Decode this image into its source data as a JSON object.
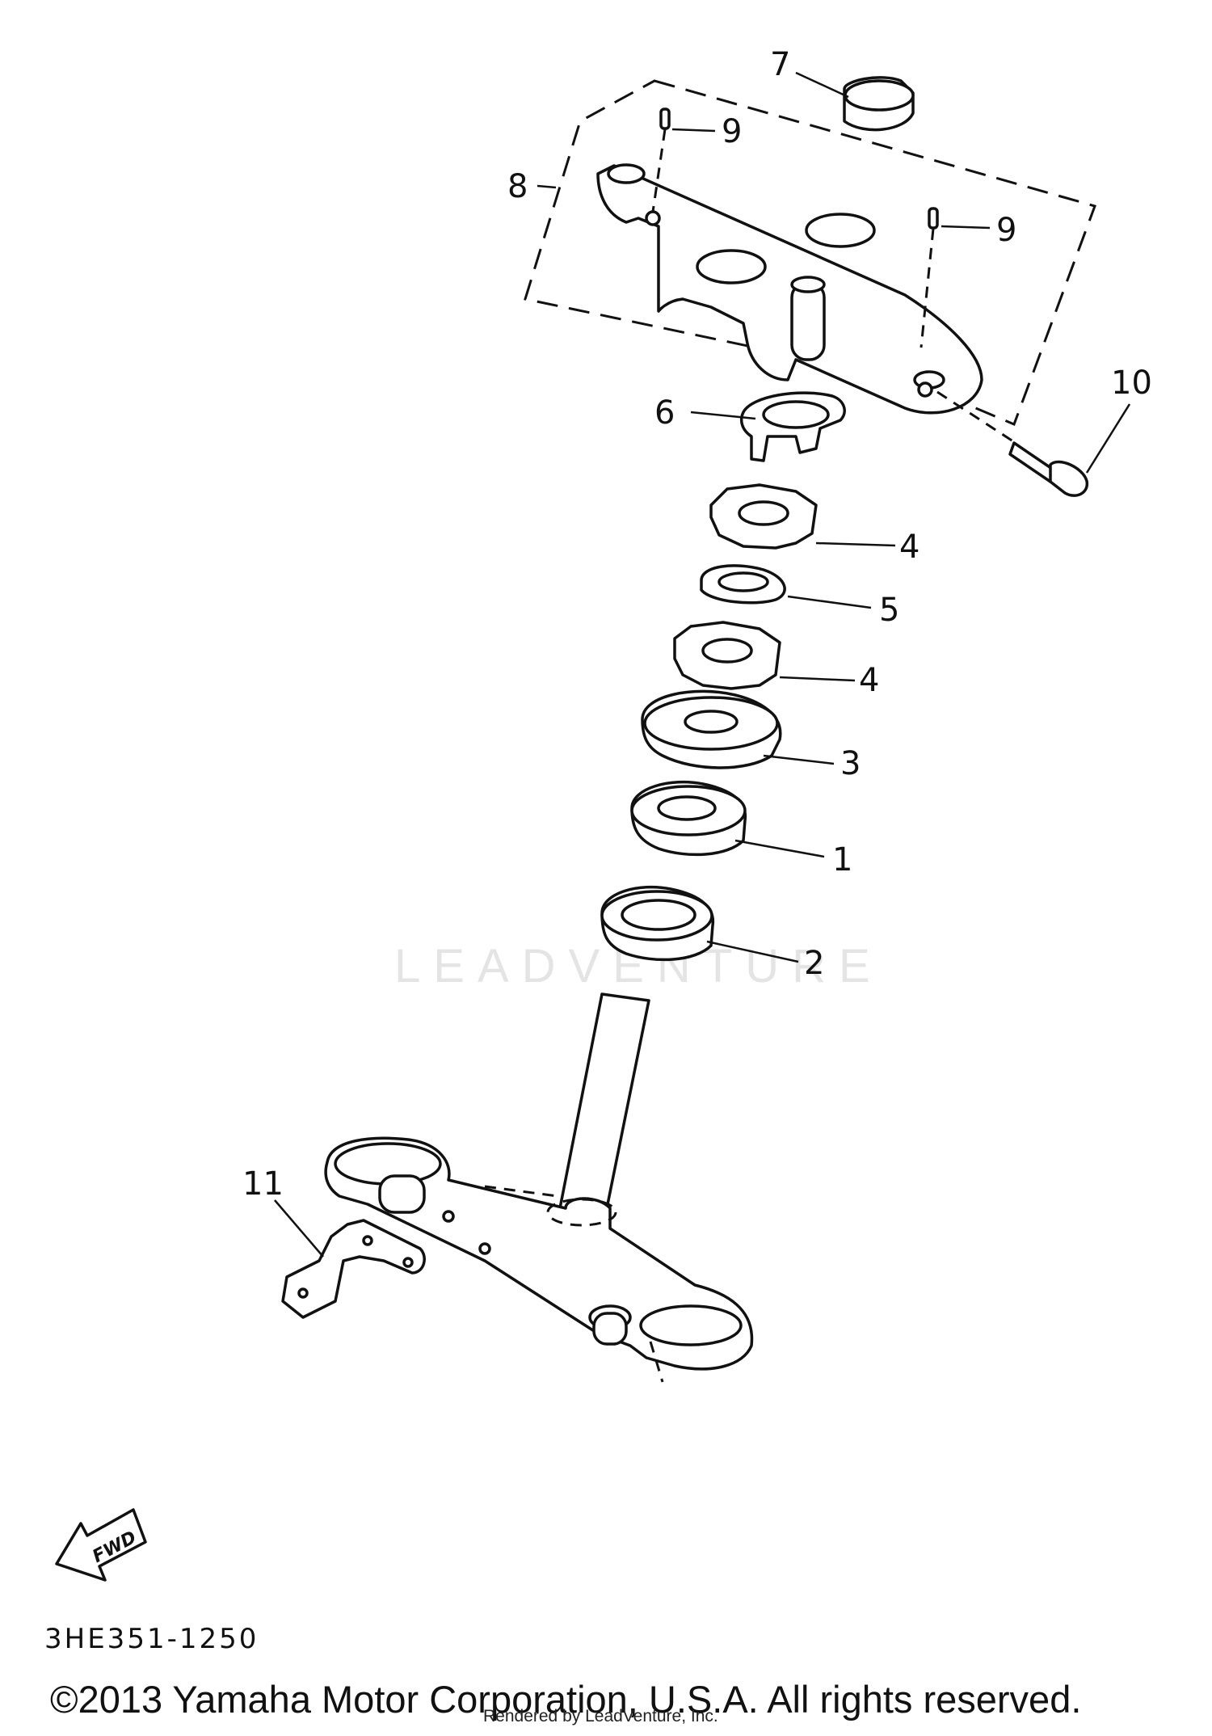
{
  "diagram": {
    "callouts": [
      {
        "id": "c7",
        "label": "7"
      },
      {
        "id": "c9a",
        "label": "9"
      },
      {
        "id": "c8",
        "label": "8"
      },
      {
        "id": "c9b",
        "label": "9"
      },
      {
        "id": "c10",
        "label": "10"
      },
      {
        "id": "c6",
        "label": "6"
      },
      {
        "id": "c4a",
        "label": "4"
      },
      {
        "id": "c5",
        "label": "5"
      },
      {
        "id": "c4b",
        "label": "4"
      },
      {
        "id": "c3",
        "label": "3"
      },
      {
        "id": "c1",
        "label": "1"
      },
      {
        "id": "c2",
        "label": "2"
      },
      {
        "id": "c11",
        "label": "11"
      }
    ],
    "fwd_label": "FWD",
    "reference_code": "3HE351-1250",
    "copyright": "©2013 Yamaha Motor Corporation, U.S.A. All rights reserved.",
    "rendered_by": "Rendered by LeadVenture, Inc.",
    "watermark": "LEADVENTURE"
  }
}
